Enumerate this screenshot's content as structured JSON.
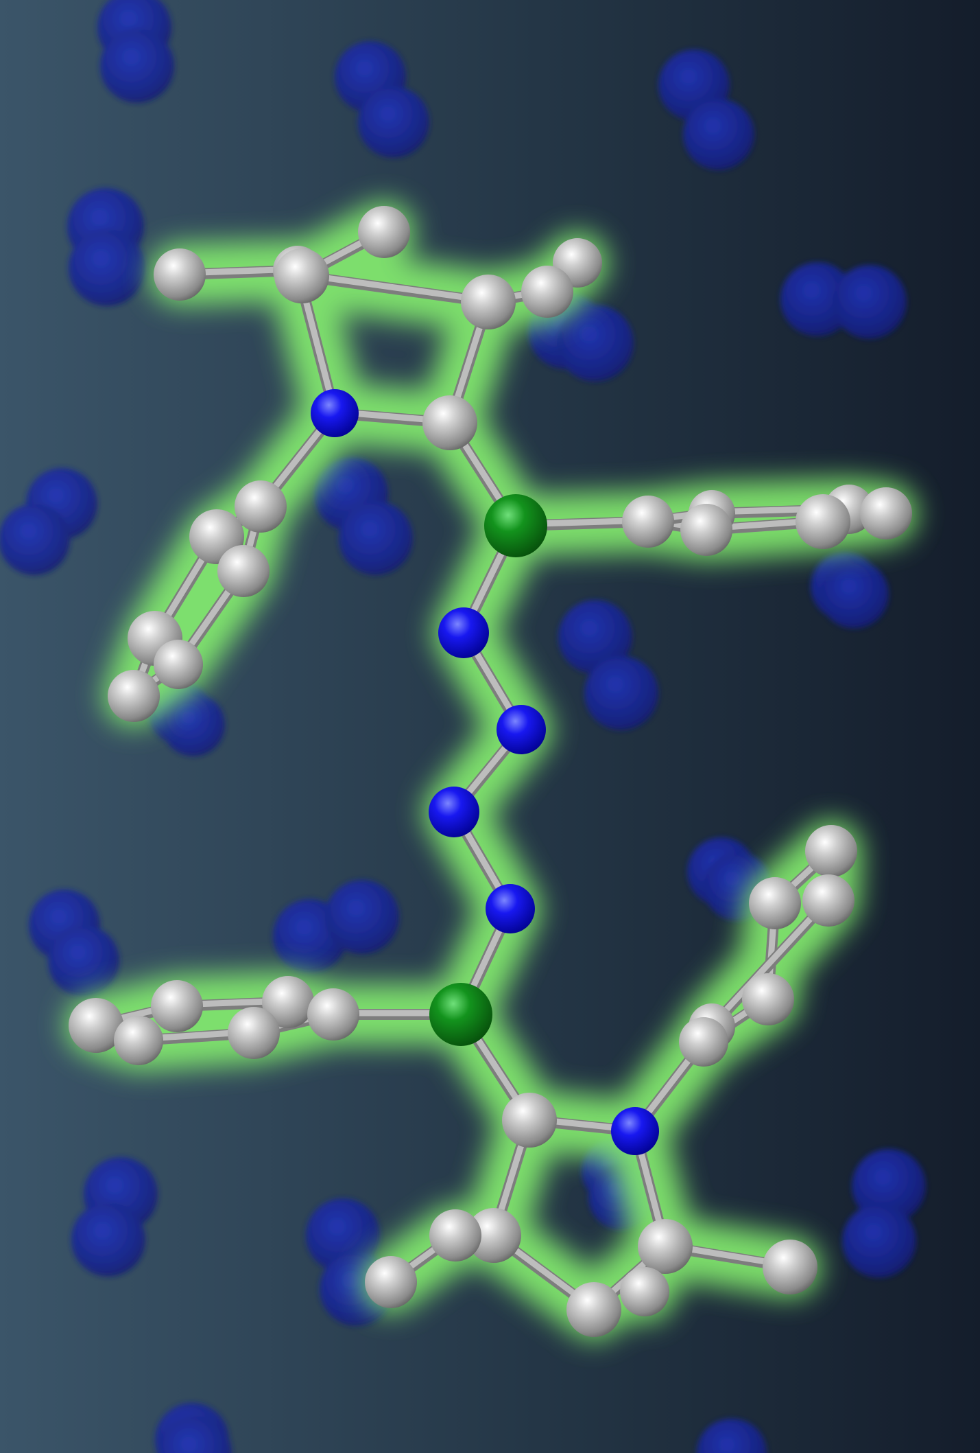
{
  "image": {
    "kind": "molecular structure rendering",
    "colors": {
      "background_left": "#3b5569",
      "background_right": "#141d2b",
      "carbon": "#c4c4c4",
      "nitrogen": "#1010ee",
      "phosphorus": "#108a18",
      "bond": "#bdbdbd",
      "glow": "#86f070",
      "n2_cloud": "#1a2aa8"
    },
    "atom_types": [
      "carbon",
      "nitrogen",
      "phosphorus"
    ]
  }
}
